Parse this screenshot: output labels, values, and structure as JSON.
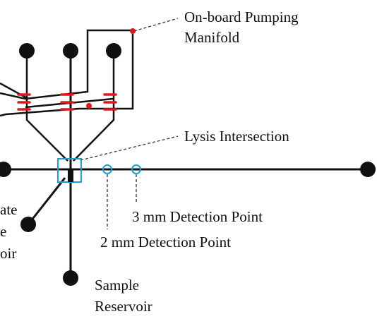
{
  "labels": {
    "manifold_line1": "On-board Pumping",
    "manifold_line2": "Manifold",
    "lysis": "Lysis Intersection",
    "det3": "3 mm Detection Point",
    "det2": "2 mm Detection Point",
    "sample_line1": "Sample",
    "sample_line2": "Reservoir",
    "left_cut_line1": "ate",
    "left_cut_line2": "e",
    "left_cut_line3": "oir"
  },
  "colors": {
    "channel": "#111111",
    "valve": "#e0181e",
    "highlight": "#1aa0d8",
    "leader": "#333333"
  }
}
